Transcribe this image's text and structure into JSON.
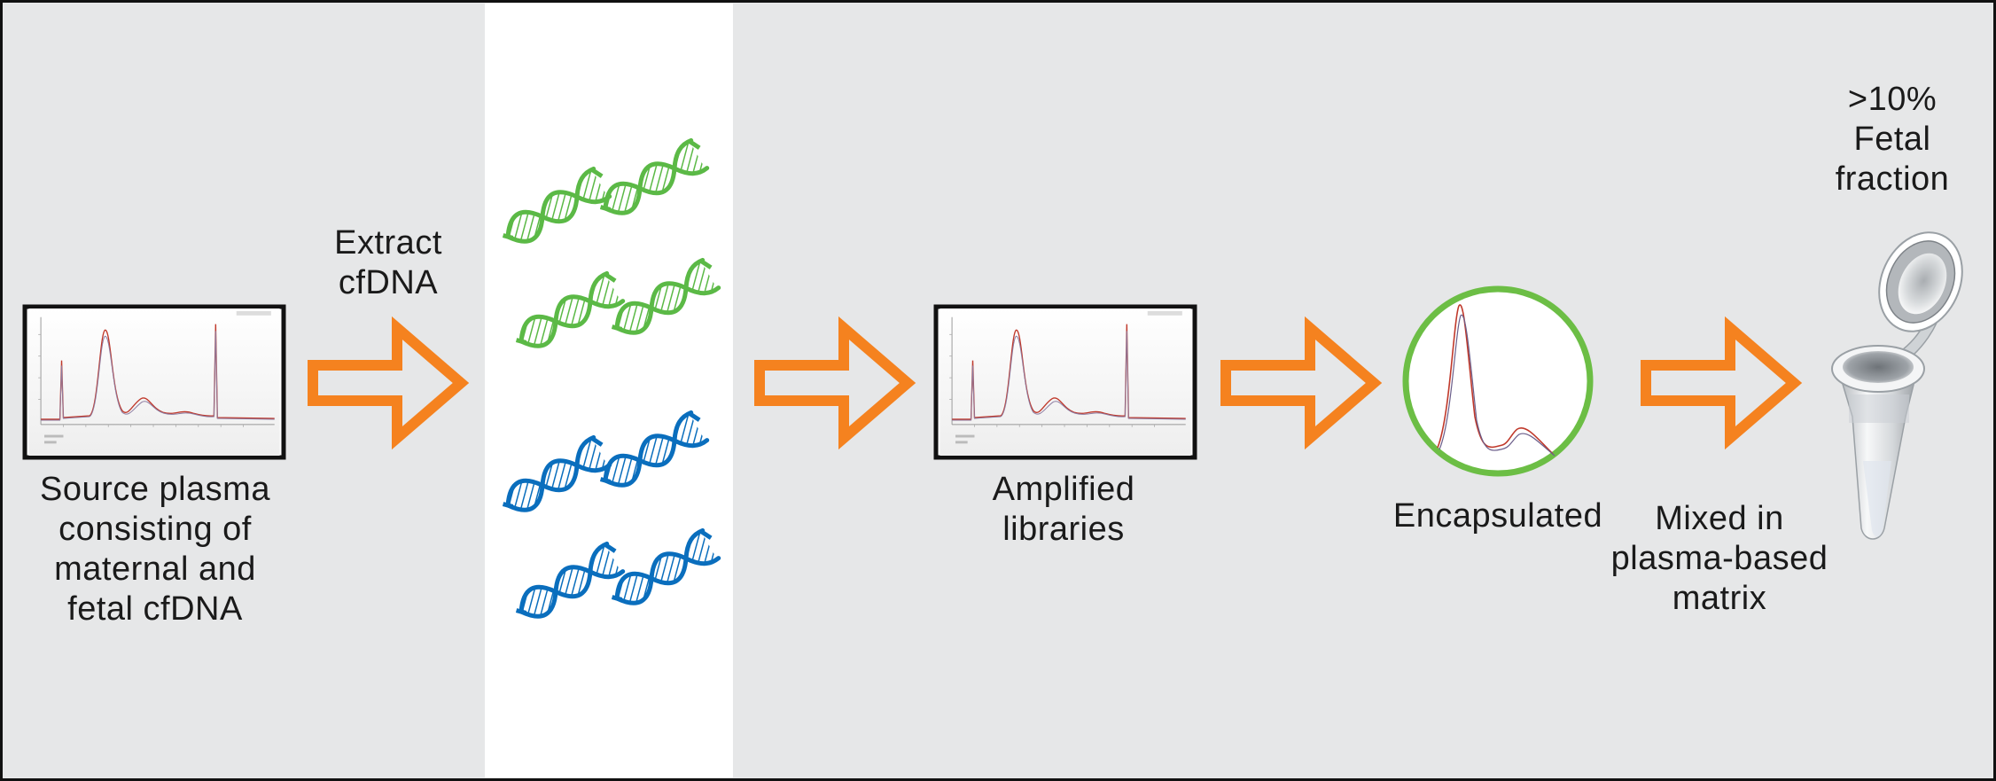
{
  "steps": {
    "source": {
      "label": "Source plasma\nconsisting of\nmaternal and\nfetal cfDNA"
    },
    "extract": {
      "label": "Extract\ncfDNA"
    },
    "amplified": {
      "label": "Amplified\nlibraries"
    },
    "encapsulated": {
      "label": "Encapsulated"
    },
    "mixed": {
      "label": "Mixed in\nplasma-based\nmatrix"
    },
    "result": {
      "label": ">10%\nFetal\nfraction"
    }
  },
  "colors": {
    "background": "#e6e7e8",
    "panel": "#ffffff",
    "arrow": "#f5821f",
    "maternal_dna": "#0a6ebd",
    "fetal_dna": "#5bb946",
    "circle": "#6cbe45",
    "trace": "#c0392b"
  },
  "icons": {
    "arrows": [
      "arrow-right-icon",
      "arrow-right-icon",
      "arrow-right-icon",
      "arrow-right-icon"
    ],
    "dna": "dna-helix-icon",
    "tube": "microcentrifuge-tube-icon"
  }
}
